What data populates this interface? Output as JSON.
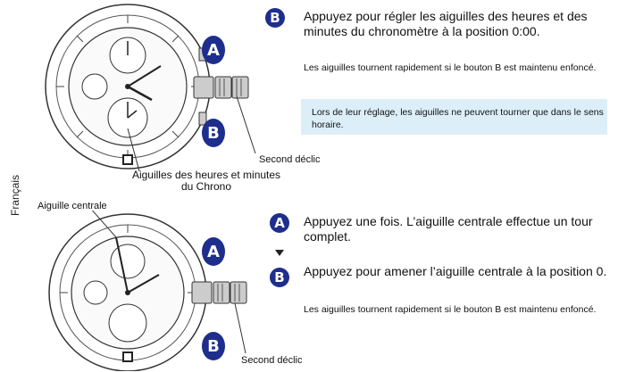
{
  "side_label": "Français",
  "colors": {
    "badge": "#1e2e8c",
    "note_bg": "#dceff9"
  },
  "section1": {
    "badge_b": "B",
    "title": "Appuyez pour régler les aiguilles des heures et des minutes du chronomètre à la position 0:00.",
    "detail": "Les aiguilles tournent rapidement si le bouton B est maintenu enfoncé.",
    "note": "Lors de leur réglage, les aiguilles ne peuvent tourner que dans le sens horaire.",
    "watch_badge_a": "A",
    "watch_badge_b": "B",
    "callout_crown": "Second déclic",
    "callout_hands": "Aiguilles des heures et minutes du Chrono"
  },
  "section2": {
    "callout_center": "Aiguille centrale",
    "badge_a": "A",
    "step_a": "Appuyez une fois. L’aiguille centrale effectue un tour complet.",
    "badge_b": "B",
    "step_b": "Appuyez pour amener l’aiguille centrale à la position 0.",
    "detail": "Les aiguilles tournent rapidement si le bouton B est maintenu enfoncé.",
    "watch_badge_a": "A",
    "watch_badge_b": "B",
    "callout_crown": "Second déclic"
  }
}
